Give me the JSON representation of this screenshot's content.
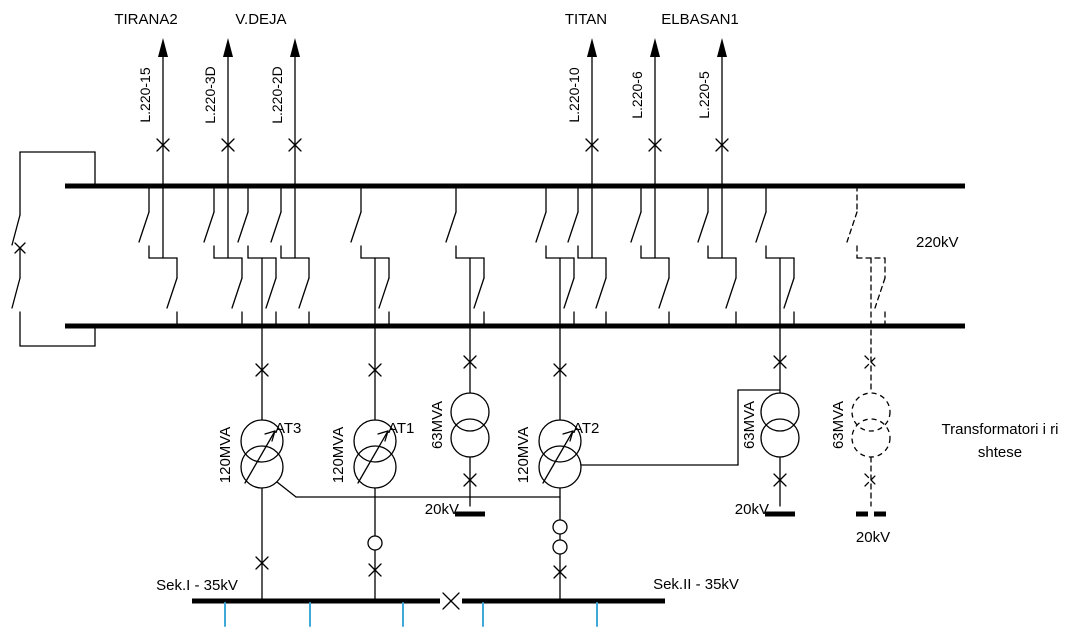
{
  "stations": [
    {
      "name": "TIRANA2"
    },
    {
      "name": "V.DEJA"
    },
    {
      "name": "TITAN"
    },
    {
      "name": "ELBASAN1"
    }
  ],
  "feeder_lines": [
    {
      "label": "L.220-15"
    },
    {
      "label": "L.220-3D"
    },
    {
      "label": "L.220-2D"
    },
    {
      "label": "L.220-10"
    },
    {
      "label": "L.220-6"
    },
    {
      "label": "L.220-5"
    }
  ],
  "transformers": [
    {
      "name": "AT3",
      "rating": "120MVA"
    },
    {
      "name": "AT1",
      "rating": "120MVA"
    },
    {
      "name": "AT2",
      "rating": "120MVA"
    },
    {
      "rating": "63MVA",
      "lv": "20kV"
    },
    {
      "rating": "63MVA",
      "lv": "20kV"
    },
    {
      "rating": "63MVA",
      "lv": "20kV"
    }
  ],
  "busbars": {
    "hv": "220kV",
    "sek1": "Sek.I - 35kV",
    "sek2": "Sek.II - 35kV"
  },
  "note": {
    "line1": "Transformatori i ri",
    "line2": "shtese"
  },
  "colors": {
    "wire": "#000000",
    "feeder_tick": "#3FA9D8"
  }
}
